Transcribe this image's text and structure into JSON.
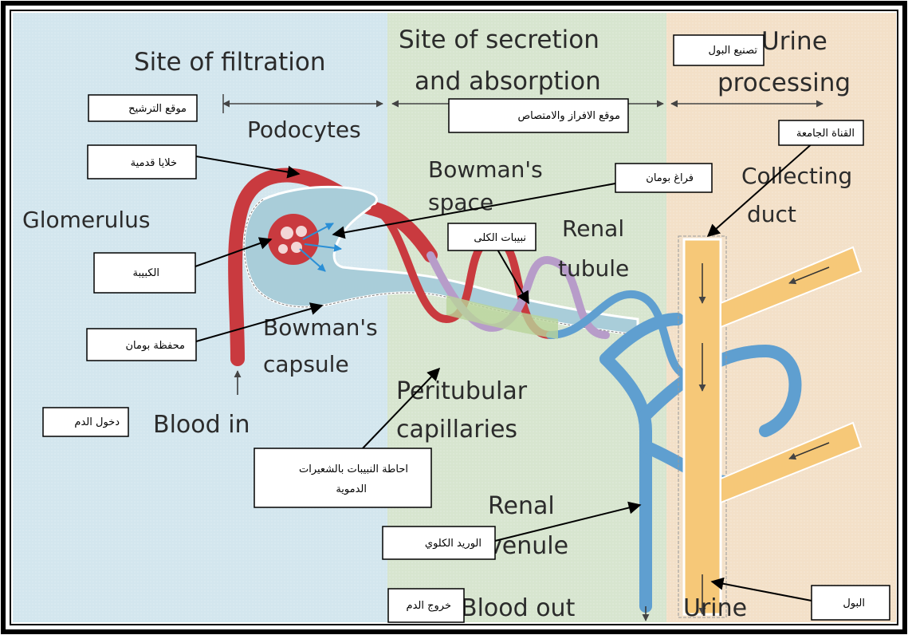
{
  "zones": {
    "filtration": "Site of filtration",
    "secretion_line1": "Site of secretion",
    "secretion_line2": "and absorption",
    "urine_line1": "Urine",
    "urine_line2": "processing"
  },
  "english_labels": {
    "podocytes": "Podocytes",
    "bowmans_space_1": "Bowman's",
    "bowmans_space_2": "space",
    "glomerulus": "Glomerulus",
    "renal_tubule_1": "Renal",
    "renal_tubule_2": "tubule",
    "collecting_1": "Collecting",
    "collecting_2": "duct",
    "bowmans_capsule_1": "Bowman's",
    "bowmans_capsule_2": "capsule",
    "peritubular_1": "Peritubular",
    "peritubular_2": "capillaries",
    "blood_in": "Blood in",
    "renal_venule_1": "Renal",
    "renal_venule_2": "venule",
    "blood_out": "Blood out",
    "urine": "Urine"
  },
  "arabic_labels": {
    "filtration_site": "موقع الترشيح",
    "urine_making": "تصنيع البول",
    "secretion_absorption_site": "موقع الافراز والامتصاص",
    "podocytes": "خلايا قدمية",
    "bowmans_space": "فراغ بومان",
    "collecting_duct": "القناة الجامعة",
    "glomerulus": "الكبيبة",
    "renal_tubules": "نبيبات الكلى",
    "bowmans_capsule": "محفظة بومان",
    "blood_in": "دخول الدم",
    "peritubular_1": "احاطة النبيبات بالشعيرات",
    "peritubular_2": "الدموية",
    "renal_vein": "الوريد الكلوي",
    "urine": "البول",
    "blood_out": "خروج الدم"
  },
  "colors": {
    "zone_filtration": "#d3e6ee",
    "zone_secretion": "#d7e5cf",
    "zone_urine": "#f3e0c8",
    "artery_red": "#c93a3f",
    "vein_blue": "#5f9fd0",
    "tubule_fill": "#a9cdd9",
    "duct_yellow": "#f6c878",
    "loop_purple": "#b79cc9",
    "loop_green": "#b9d59a"
  }
}
